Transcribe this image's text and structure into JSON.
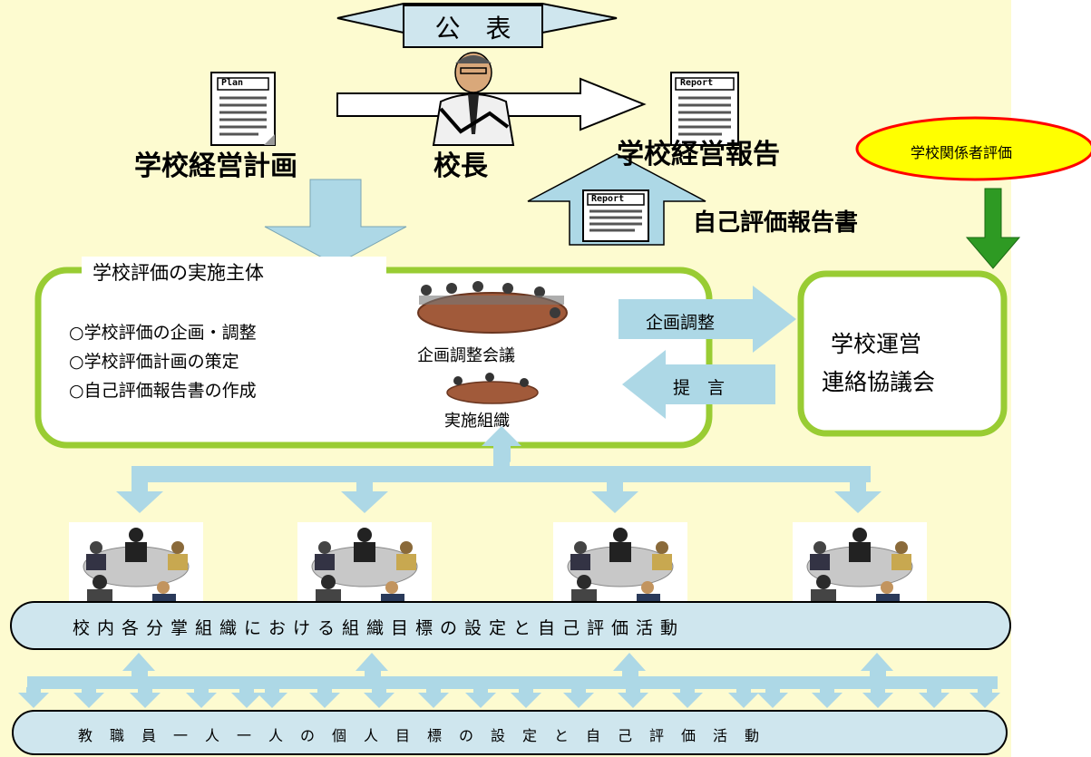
{
  "publish": "公　表",
  "top": {
    "plan_doc": "Plan",
    "plan_label": "学校経営計画",
    "principal_label": "校長",
    "report_doc": "Report",
    "report_label": "学校経営報告",
    "self_eval_doc": "Report",
    "self_eval_label": "自己評価報告書"
  },
  "stakeholder": "学校関係者評価",
  "main_box": {
    "title": "学校評価の実施主体",
    "items": [
      "○学校評価の企画・調整",
      "○学校評価計画の策定",
      "○自己評価報告書の作成"
    ],
    "planning_meeting": "企画調整会議",
    "implementation_org": "実施組織"
  },
  "arrows": {
    "to_council": "企画調整",
    "from_council": "提　言"
  },
  "council": {
    "line1": "学校運営",
    "line2": "連絡協議会"
  },
  "band1": "校内各分掌組織における組織目標の設定と自己評価活動",
  "band2": "教職員一人一人の個人目標の設定と自己評価活動",
  "colors": {
    "background": "#fdfbd0",
    "green_border": "#99cc33",
    "arrow_blue": "#add8e6",
    "green_arrow": "#2e9a23",
    "ellipse_fill": "#ffff00",
    "ellipse_border": "#ff0000"
  }
}
